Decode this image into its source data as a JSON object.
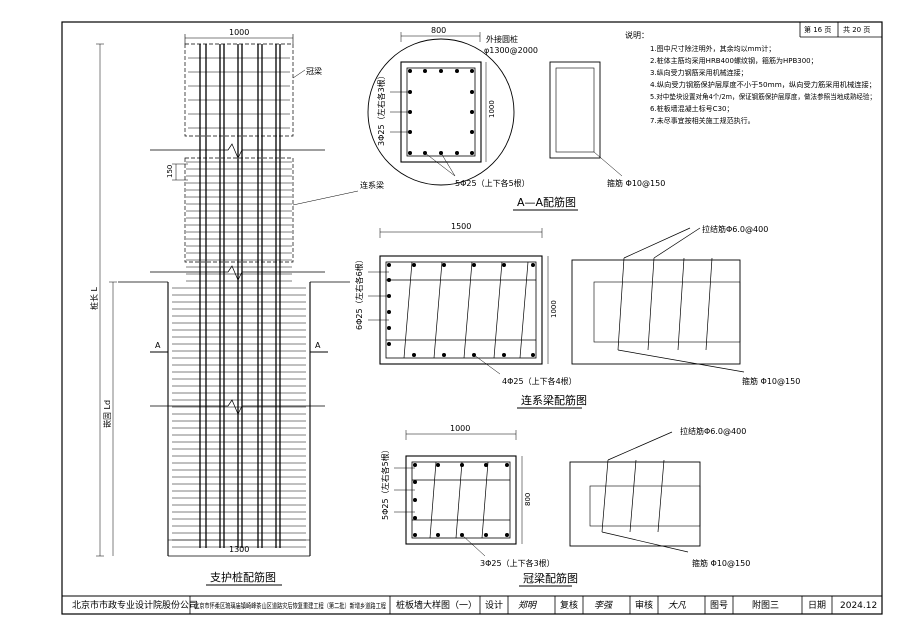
{
  "page": {
    "current": "第 16 页",
    "total": "共 20 页"
  },
  "notes": {
    "title": "说明：",
    "items": [
      "1.图中尺寸除注明外，其余均以mm计；",
      "2.桩体主筋均采用HRB400螺纹钢，箍筋为HPB300；",
      "3.纵向受力钢筋采用机械连接；",
      "4.纵向受力钢筋保护层厚度不小于50mm，纵向受力筋采用机械连接；",
      "5.对中垫块设置对角4个/2m，保证钢筋保护层厚度，做法参照当地成熟经验；",
      "6.桩板墙混凝土标号C30；",
      "7.未尽事宜按相关施工规范执行。"
    ]
  },
  "pile": {
    "title": "支护桩配筋图",
    "top_width": "1000",
    "bottom_width": "1300",
    "cap_beam_label": "冠梁",
    "tie_beam_label": "连系梁",
    "spacing_150": "150",
    "section_mark": "A",
    "length_label": "桩长 L",
    "embed_label": "嵌固 Ld"
  },
  "section_aa": {
    "title": "A—A配筋图",
    "width": "800",
    "height": "1000",
    "casing_label": "外接圆桩",
    "casing_dim": "φ1300@2000",
    "side_bars": "3Φ25（左右各3根）",
    "top_bottom_bars": "5Φ25（上下各5根）",
    "stirrup": "箍筋 Φ10@150"
  },
  "tie_beam": {
    "title": "连系梁配筋图",
    "width": "1500",
    "height": "1000",
    "side_bars": "6Φ25（左右各6根）",
    "top_bottom_bars": "4Φ25（上下各4根）",
    "tie_bar": "拉结筋Φ6.0@400",
    "stirrup": "箍筋 Φ10@150"
  },
  "cap_beam": {
    "title": "冠梁配筋图",
    "width": "1000",
    "height": "800",
    "side_bars": "5Φ25（左右各5根）",
    "top_bottom_bars": "3Φ25（上下各3根）",
    "tie_bar": "拉结筋Φ6.0@400",
    "stirrup": "箍筋 Φ10@150"
  },
  "title_block": {
    "company": "北京市市政专业设计院股份公司",
    "project": "北京市怀柔区琉璃庙镇崎峰茶山区道路灾后恢复重建工程（第二批）新增乡道路工程",
    "drawing_name": "桩板墙大样图（一）",
    "design_label": "设计",
    "design_sign": "郑明",
    "review_label": "复核",
    "review_sign": "李强",
    "check_label": "审核",
    "check_sign": "大凡",
    "drawing_no_label": "图号",
    "drawing_no": "附图三",
    "date_label": "日期",
    "date": "2024.12"
  }
}
